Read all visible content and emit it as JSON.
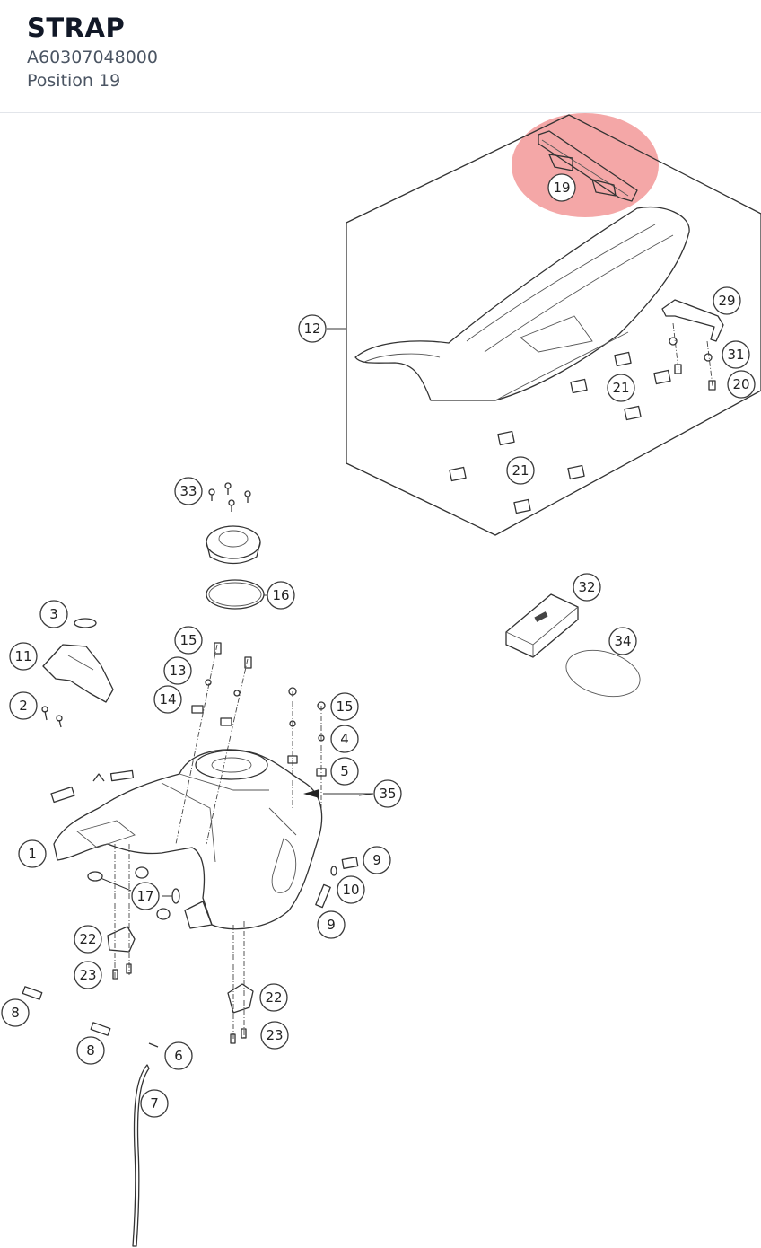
{
  "header": {
    "title": "STRAP",
    "part_number": "A60307048000",
    "position": "Position 19"
  },
  "highlight": {
    "position": "19",
    "color": "#f08a8a"
  },
  "callouts": [
    {
      "id": "c19",
      "label": "19"
    },
    {
      "id": "c12",
      "label": "12"
    },
    {
      "id": "c29",
      "label": "29"
    },
    {
      "id": "c31",
      "label": "31"
    },
    {
      "id": "c20",
      "label": "20"
    },
    {
      "id": "c21a",
      "label": "21"
    },
    {
      "id": "c21b",
      "label": "21"
    },
    {
      "id": "c33",
      "label": "33"
    },
    {
      "id": "c16",
      "label": "16"
    },
    {
      "id": "c32",
      "label": "32"
    },
    {
      "id": "c34",
      "label": "34"
    },
    {
      "id": "c3",
      "label": "3"
    },
    {
      "id": "c11",
      "label": "11"
    },
    {
      "id": "c2",
      "label": "2"
    },
    {
      "id": "c15a",
      "label": "15"
    },
    {
      "id": "c13",
      "label": "13"
    },
    {
      "id": "c14",
      "label": "14"
    },
    {
      "id": "c15b",
      "label": "15"
    },
    {
      "id": "c4",
      "label": "4"
    },
    {
      "id": "c5",
      "label": "5"
    },
    {
      "id": "c35",
      "label": "35"
    },
    {
      "id": "c1",
      "label": "1"
    },
    {
      "id": "c9a",
      "label": "9"
    },
    {
      "id": "c10",
      "label": "10"
    },
    {
      "id": "c17",
      "label": "17"
    },
    {
      "id": "c9b",
      "label": "9"
    },
    {
      "id": "c22a",
      "label": "22"
    },
    {
      "id": "c23a",
      "label": "23"
    },
    {
      "id": "c8a",
      "label": "8"
    },
    {
      "id": "c22b",
      "label": "22"
    },
    {
      "id": "c8b",
      "label": "8"
    },
    {
      "id": "c23b",
      "label": "23"
    },
    {
      "id": "c6",
      "label": "6"
    },
    {
      "id": "c7",
      "label": "7"
    }
  ]
}
